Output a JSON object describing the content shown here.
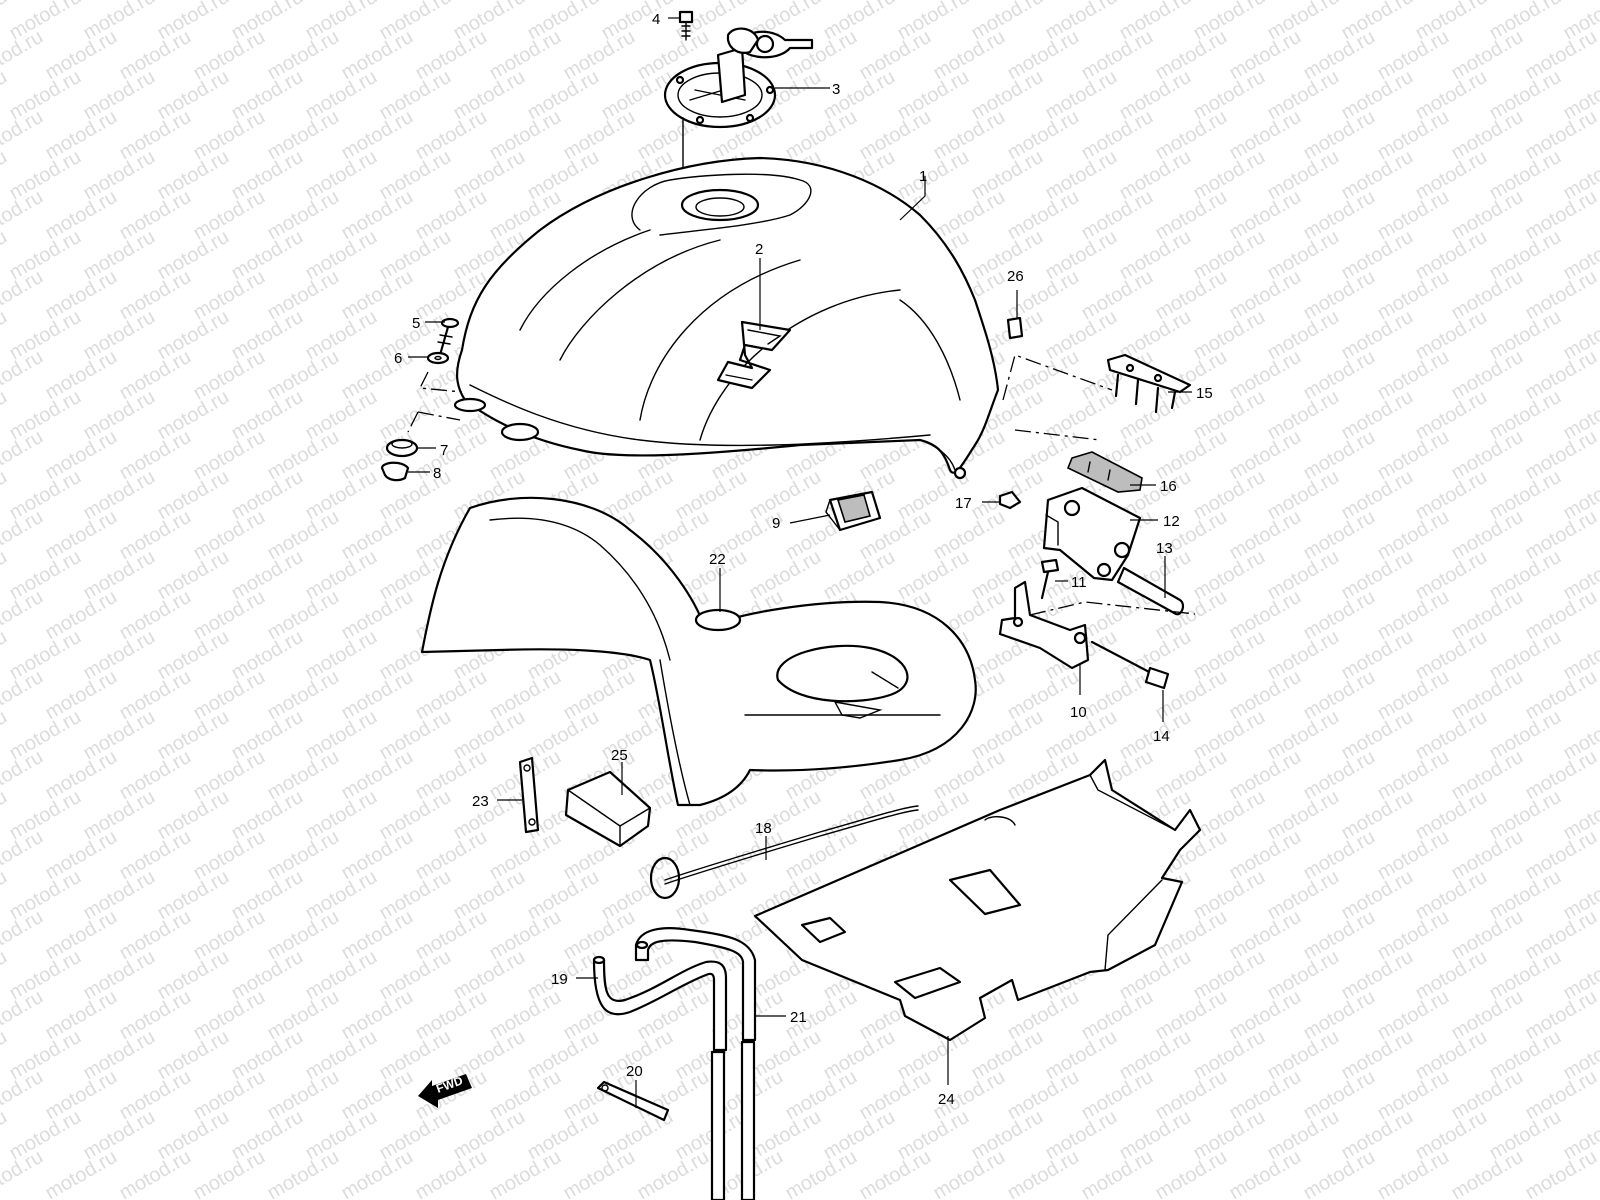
{
  "watermark": {
    "text": "motod.ru"
  },
  "direction_marker": {
    "text": "FWD"
  },
  "callouts": [
    {
      "id": "1",
      "label": "1"
    },
    {
      "id": "2",
      "label": "2"
    },
    {
      "id": "3",
      "label": "3"
    },
    {
      "id": "4",
      "label": "4"
    },
    {
      "id": "5",
      "label": "5"
    },
    {
      "id": "6",
      "label": "6"
    },
    {
      "id": "7",
      "label": "7"
    },
    {
      "id": "8",
      "label": "8"
    },
    {
      "id": "9",
      "label": "9"
    },
    {
      "id": "10",
      "label": "10"
    },
    {
      "id": "11",
      "label": "11"
    },
    {
      "id": "12",
      "label": "12"
    },
    {
      "id": "13",
      "label": "13"
    },
    {
      "id": "14",
      "label": "14"
    },
    {
      "id": "15",
      "label": "15"
    },
    {
      "id": "16",
      "label": "16"
    },
    {
      "id": "17",
      "label": "17"
    },
    {
      "id": "18",
      "label": "18"
    },
    {
      "id": "19",
      "label": "19"
    },
    {
      "id": "20",
      "label": "20"
    },
    {
      "id": "21",
      "label": "21"
    },
    {
      "id": "22",
      "label": "22"
    },
    {
      "id": "23",
      "label": "23"
    },
    {
      "id": "24",
      "label": "24"
    },
    {
      "id": "25",
      "label": "25"
    },
    {
      "id": "26",
      "label": "26"
    }
  ]
}
